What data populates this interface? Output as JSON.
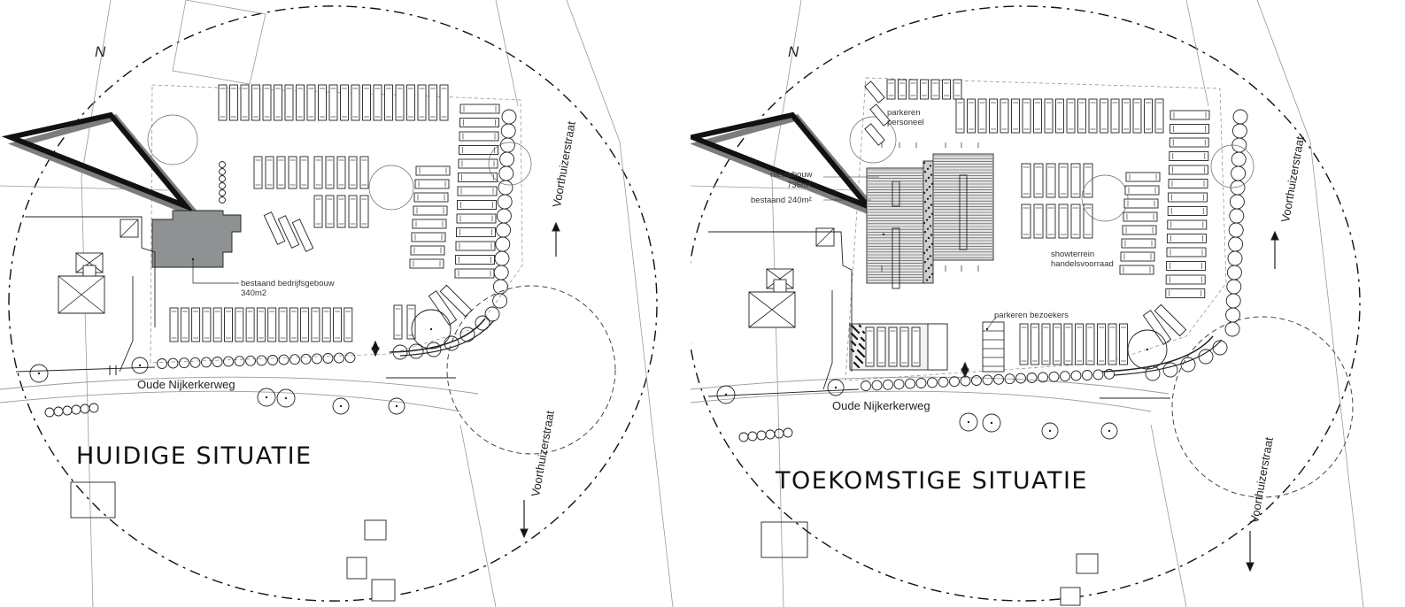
{
  "left_plan": {
    "title": "HUIDIGE SITUATIE",
    "north": "N",
    "road_west_east": "Oude Nijkerkerweg",
    "road_north_south": "Voorthuizerstraat",
    "building_label_line1": "bestaand bedrijfsgebouw",
    "building_label_line2": "340m2"
  },
  "right_plan": {
    "title": "TOEKOMSTIGE SITUATIE",
    "north": "N",
    "road_west_east": "Oude Nijkerkerweg",
    "road_north_south": "Voorthuizerstraat",
    "parking_staff_line1": "parkeren",
    "parking_staff_line2": "personeel",
    "new_build_line1": "nieuwbouw",
    "new_build_line2": "735m²",
    "existing_label": "bestaand 240m²",
    "showroom_line1": "showterrein",
    "showroom_line2": "handelsvoorraad",
    "parking_visitors": "parkeren bezoekers"
  },
  "colors": {
    "line": "#222222",
    "building_grey": "#8e9293",
    "north_shadow": "#7a7e80",
    "light_line": "#9a9a9a"
  }
}
